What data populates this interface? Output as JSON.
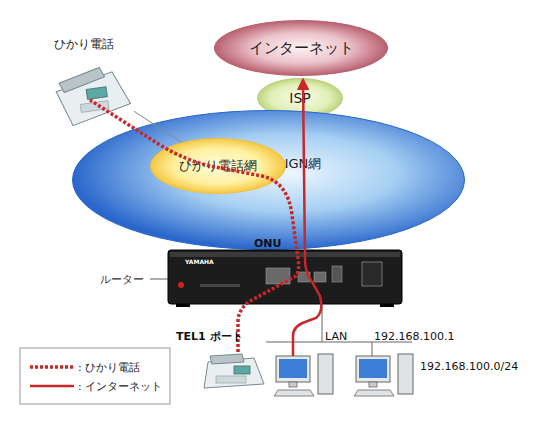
{
  "diagram": {
    "nodes": [
      {
        "text": [
          "インターネット"
        ]
      },
      {
        "text": [
          "ISP"
        ]
      },
      {
        "text": [
          "NGN網"
        ]
      },
      {
        "text": [
          "ひかり電話網"
        ],
        "in": 2
      },
      {
        "text": [
          "ひかり電話"
        ]
      }
    ],
    "edges": [
      {
        "from": 3,
        "to": 4,
        "arrow": "none"
      }
    ],
    "labels": [
      "YAMAHA",
      "ONU",
      "ルーター",
      "TEL1 ポート",
      "LAN",
      "192.168.100.1",
      "192.168.100.0/24"
    ],
    "legend": [
      {
        "text": ": ひかり電話"
      },
      {
        "text": ": インターネット"
      }
    ]
  }
}
